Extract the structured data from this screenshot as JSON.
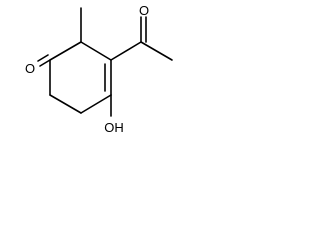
{
  "structure": {
    "atoms": {
      "ketone_oxygen": "O",
      "acetyl_oxygen": "O",
      "hydroxyl_group": "OH"
    }
  },
  "colors": {
    "background": "#ffffff",
    "bond": "#000000",
    "label": "#000000"
  }
}
